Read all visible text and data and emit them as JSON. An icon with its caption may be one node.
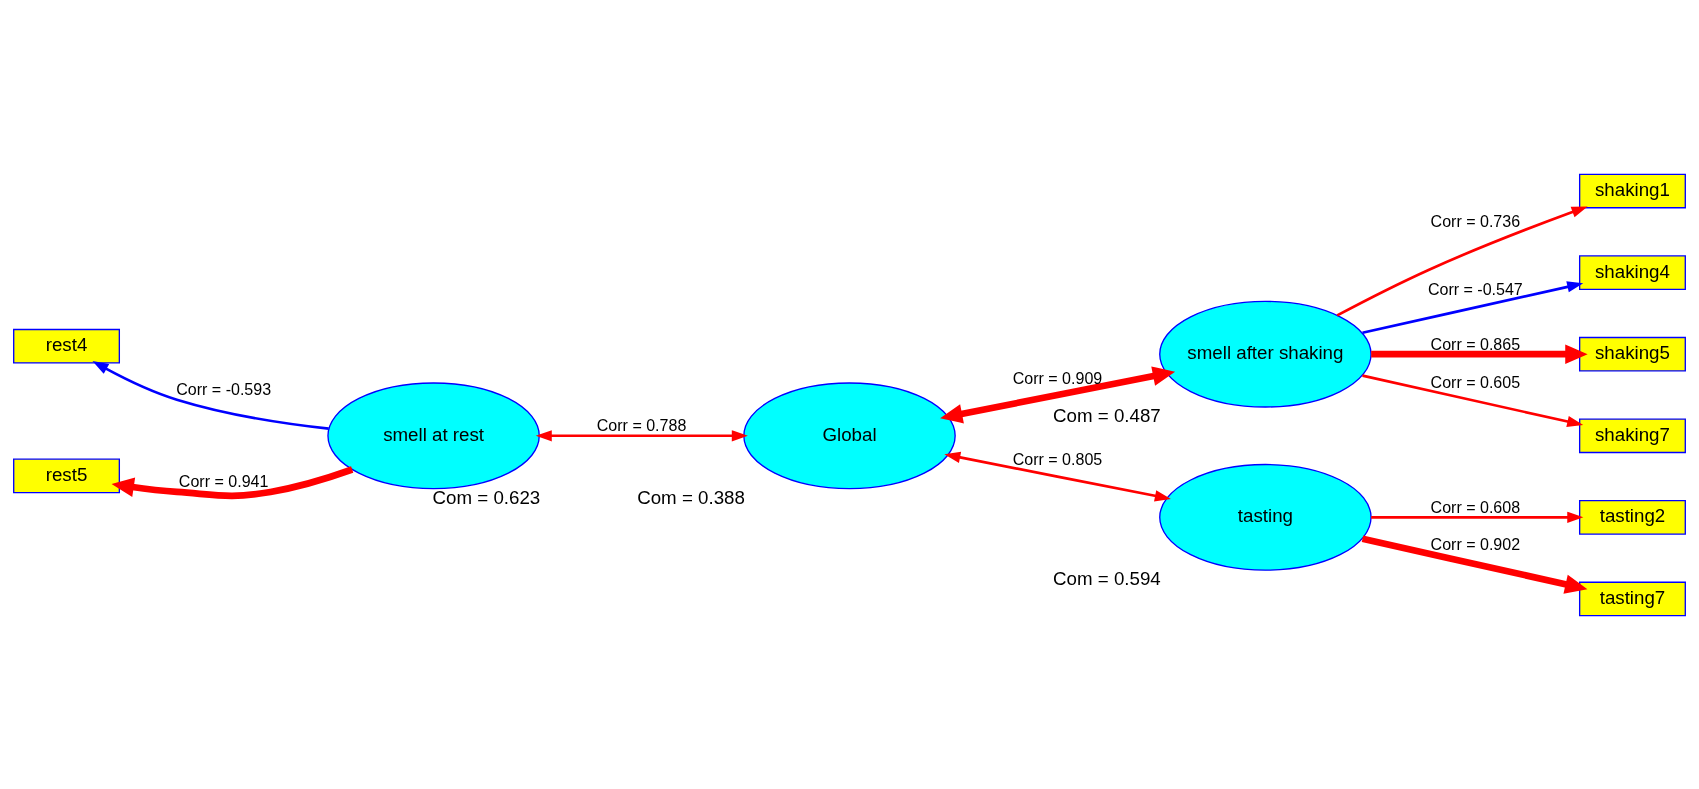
{
  "diagram": {
    "nodes": [
      {
        "text": [
          "rest4"
        ]
      },
      {
        "text": [
          "rest5"
        ]
      },
      {
        "text": [
          "smell at rest"
        ],
        "beside": [
          "Com = 0.623"
        ]
      },
      {
        "text": [
          "Global"
        ],
        "beside": [
          "Com = 0.388"
        ]
      },
      {
        "text": [
          "smell after shaking"
        ],
        "beside": [
          "Com = 0.487"
        ]
      },
      {
        "text": [
          "shaking1"
        ]
      },
      {
        "text": [
          "shaking4"
        ]
      },
      {
        "text": [
          "shaking5"
        ]
      },
      {
        "text": [
          "shaking7"
        ]
      },
      {
        "text": [
          "tasting"
        ],
        "beside": [
          "Com = 0.594"
        ]
      },
      {
        "text": [
          "tasting2"
        ]
      },
      {
        "text": [
          "tasting7"
        ]
      }
    ],
    "edges": [
      {
        "from": 2,
        "to": 0,
        "arrow": "to",
        "label": "Corr = -0.593",
        "color": "#0000ff"
      },
      {
        "from": 2,
        "to": 1,
        "arrow": "to",
        "label": "Corr = 0.941",
        "style": "thick"
      },
      {
        "from": 2,
        "to": 3,
        "arrow": "both",
        "label": "Corr = 0.788"
      },
      {
        "from": 3,
        "to": 4,
        "arrow": "both",
        "label": "Corr = 0.909",
        "style": "thick"
      },
      {
        "from": 3,
        "to": 9,
        "arrow": "both",
        "label": "Corr = 0.805"
      },
      {
        "from": 4,
        "to": 5,
        "arrow": "to",
        "label": "Corr = 0.736"
      },
      {
        "from": 4,
        "to": 6,
        "arrow": "to",
        "label": "Corr = -0.547",
        "color": "#0000ff"
      },
      {
        "from": 4,
        "to": 7,
        "arrow": "to",
        "label": "Corr = 0.865",
        "style": "thick"
      },
      {
        "from": 4,
        "to": 8,
        "arrow": "to",
        "label": "Corr = 0.605"
      },
      {
        "from": 9,
        "to": 10,
        "arrow": "to",
        "label": "Corr = 0.608"
      },
      {
        "from": 9,
        "to": 11,
        "arrow": "to",
        "label": "Corr = 0.902",
        "style": "thick"
      }
    ]
  }
}
